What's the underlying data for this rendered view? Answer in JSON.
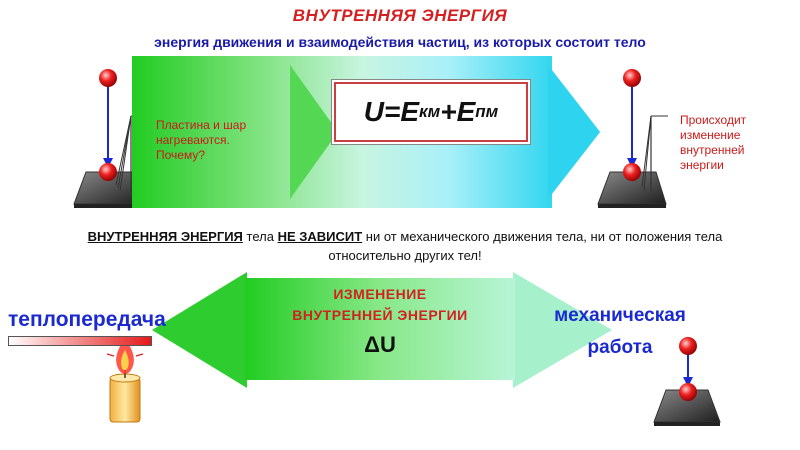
{
  "header": {
    "title": "ВНУТРЕННЯЯ ЭНЕРГИЯ",
    "subtitle": "энергия движения и взаимодействия частиц, из которых состоит тело"
  },
  "formula": {
    "main": "U=E",
    "kinetic_sub": "км",
    "plus": "+E",
    "potential_sub": "пм"
  },
  "notes": {
    "left_lines": [
      "Пластина и шар",
      "нагреваются.",
      "Почему?"
    ],
    "right_lines": [
      "Происходит",
      "изменение",
      "внутренней",
      "энергии"
    ]
  },
  "statement": {
    "term": "ВНУТРЕННЯЯ ЭНЕРГИЯ",
    "part1": " тела ",
    "emphasis": "НЕ ЗАВИСИТ",
    "part2": " ни от механического движения тела, ни от положения тела",
    "line2": "относительно других тел!"
  },
  "change": {
    "line1": "ИЗМЕНЕНИЕ",
    "line2": "ВНУТРЕННЕЙ ЭНЕРГИИ",
    "symbol": "ΔU"
  },
  "methods": {
    "heat_transfer": "теплопередача",
    "work_line1": "механическая",
    "work_line2": "работа"
  },
  "colors": {
    "title_red": "#d42020",
    "text_blue": "#1a2ad0",
    "arrow_green": "#22cc22",
    "arrow_cyan": "#33d6f0"
  }
}
